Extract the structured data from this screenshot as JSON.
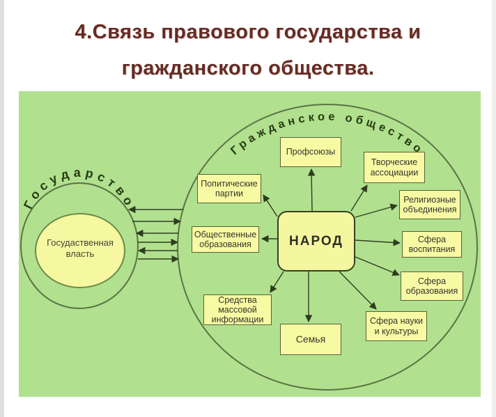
{
  "title": {
    "line1": "4.Связь правового государства и",
    "line2": "гражданского общества."
  },
  "diagram": {
    "state": {
      "ring_label": "Государство",
      "core_label": "Госудаственная власть"
    },
    "civil": {
      "ring_label": "Гражданское общество",
      "center_label": "НАРОД"
    },
    "nodes": [
      {
        "id": "trade-unions",
        "label": "Профсоюзы"
      },
      {
        "id": "creative-associations",
        "label": "Творческие ассоциации"
      },
      {
        "id": "religious-associations",
        "label": "Религиозные объединения"
      },
      {
        "id": "sphere-upbringing",
        "label": "Сфера воспитания"
      },
      {
        "id": "sphere-education",
        "label": "Сфера образования"
      },
      {
        "id": "sphere-science-culture",
        "label": "Сфера науки и культуры"
      },
      {
        "id": "family",
        "label": "Семья"
      },
      {
        "id": "mass-media",
        "label": "Средства массовой информации"
      },
      {
        "id": "public-formations",
        "label": "Общественные образования"
      },
      {
        "id": "political-parties",
        "label": "Попитические партии"
      }
    ]
  },
  "colors": {
    "panel_green": "#b1e08f",
    "node_yellow": "#f7f9a3",
    "line_dark": "#2e3c1e",
    "title_red": "#662b22"
  }
}
